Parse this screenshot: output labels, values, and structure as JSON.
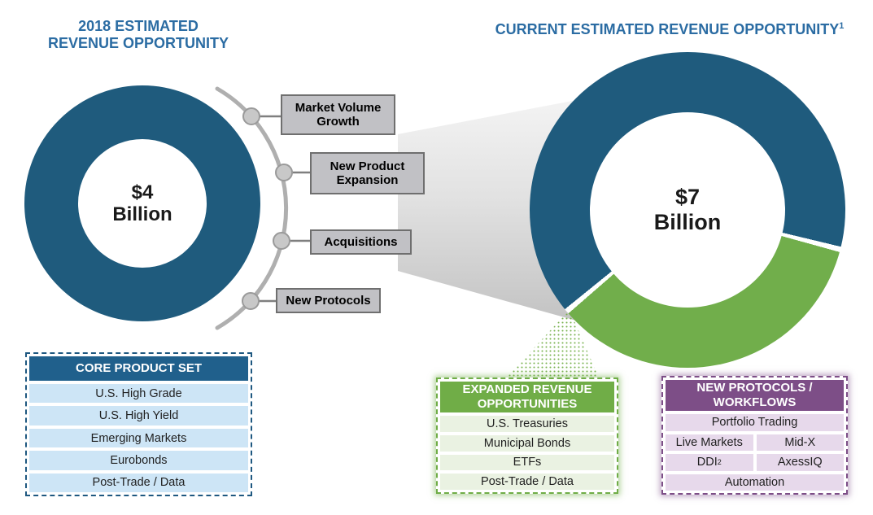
{
  "left": {
    "title_line1": "2018 ESTIMATED",
    "title_line2": "REVENUE OPPORTUNITY",
    "donut_value_line1": "$4",
    "donut_value_line2": "Billion"
  },
  "right": {
    "title": "CURRENT ESTIMATED REVENUE OPPORTUNITY",
    "title_superscript": "1",
    "donut_value_line1": "$7",
    "donut_value_line2": "Billion"
  },
  "growth_drivers": [
    {
      "label": "Market Volume Growth"
    },
    {
      "label": "New Product Expansion"
    },
    {
      "label": "Acquisitions"
    },
    {
      "label": "New Protocols"
    }
  ],
  "tables": {
    "core": {
      "header": "CORE PRODUCT SET",
      "rows": [
        "U.S. High Grade",
        "U.S. High Yield",
        "Emerging Markets",
        "Eurobonds",
        "Post-Trade / Data"
      ]
    },
    "expanded": {
      "header_line1": "EXPANDED REVENUE",
      "header_line2": "OPPORTUNITIES",
      "rows": [
        "U.S. Treasuries",
        "Municipal Bonds",
        "ETFs",
        "Post-Trade / Data"
      ]
    },
    "protocols": {
      "header_line1": "NEW PROTOCOLS /",
      "header_line2": "WORKFLOWS",
      "row_top": "Portfolio Trading",
      "cell_live_markets": "Live Markets",
      "cell_midx": "Mid-X",
      "cell_ddi": "DDI",
      "cell_ddi_superscript": "2",
      "cell_axessiq": "AxessIQ",
      "row_bottom": "Automation"
    }
  },
  "colors": {
    "title_blue": "#2B6CA3",
    "donut_blue": "#1F5B7D",
    "donut_green": "#71AE4B",
    "table_header_blue": "#20608C",
    "table_header_green": "#70AD47",
    "table_header_purple": "#7D4E87",
    "row_light_blue": "#CDE5F6",
    "row_light_green": "#EAF2E2",
    "row_light_purple": "#E7D9EB",
    "driver_box_gray": "#C1C1C5"
  },
  "chart_data": [
    {
      "type": "pie",
      "donut": true,
      "title": "2018 ESTIMATED REVENUE OPPORTUNITY",
      "center_label": "$4 Billion",
      "total_value_billions": 4,
      "segments": [
        {
          "label": "Core product set",
          "share_pct": 100,
          "color": "#1F5B7D"
        }
      ],
      "legend_position": "none"
    },
    {
      "type": "pie",
      "donut": true,
      "title": "CURRENT ESTIMATED REVENUE OPPORTUNITY",
      "center_label": "$7 Billion",
      "total_value_billions": 7,
      "segments": [
        {
          "label": "Core products / existing revenue",
          "share_pct": 65,
          "color": "#1F5B7D"
        },
        {
          "label": "Expanded revenue opportunities / new protocols",
          "share_pct": 35,
          "color": "#71AE4B"
        }
      ],
      "legend_position": "none",
      "growth_drivers": [
        "Market Volume Growth",
        "New Product Expansion",
        "Acquisitions",
        "New Protocols"
      ]
    }
  ]
}
